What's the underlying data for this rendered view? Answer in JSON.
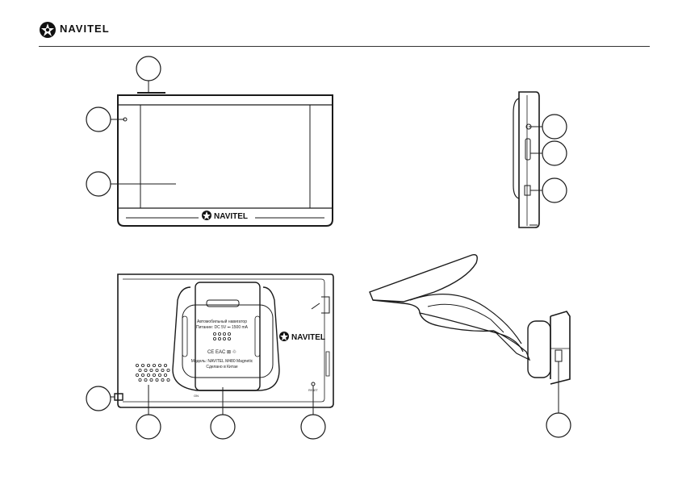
{
  "header": {
    "brand_name": "NAVITEL",
    "logo_icon": "navitel-star-logo-icon"
  },
  "device_front": {
    "bezel_brand": "NAVITEL"
  },
  "device_back": {
    "brand": "NAVITEL",
    "label_line_1": "Автомобильный навигатор",
    "label_line_2": "Питание: DC 5V ⎓ 1500 mA",
    "label_line_3": "Модель: NAVITEL M480 Magnetic",
    "label_line_4": "Сделано в Китае",
    "cert_marks": "CE  EAC  ⊠  ♲",
    "reset_label": "RESET",
    "bottom_mark": "ON"
  },
  "colors": {
    "line": "#1a1a1a",
    "rule": "#333333",
    "background": "#ffffff"
  }
}
